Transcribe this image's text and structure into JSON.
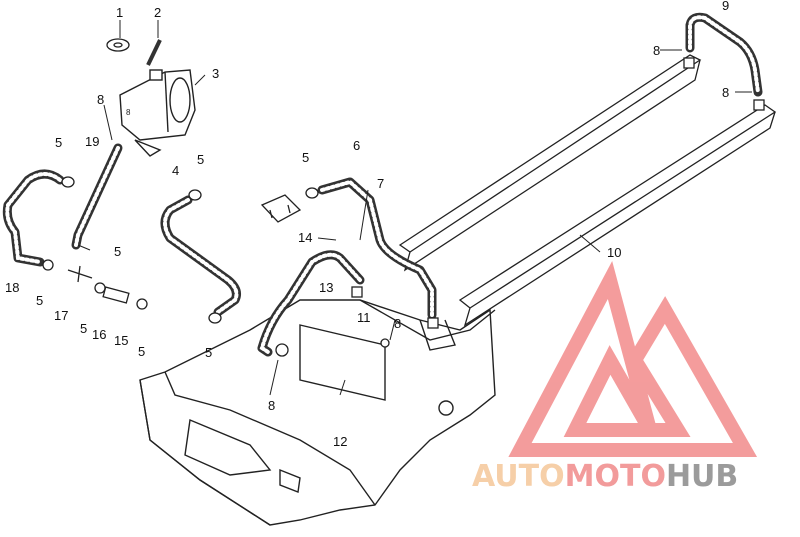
{
  "diagram": {
    "callouts": [
      {
        "id": "c1",
        "label": "1"
      },
      {
        "id": "c2",
        "label": "2"
      },
      {
        "id": "c3",
        "label": "3"
      },
      {
        "id": "c4",
        "label": "4"
      },
      {
        "id": "c5a",
        "label": "5"
      },
      {
        "id": "c5b",
        "label": "5"
      },
      {
        "id": "c5c",
        "label": "5"
      },
      {
        "id": "c5d",
        "label": "5"
      },
      {
        "id": "c5e",
        "label": "5"
      },
      {
        "id": "c5f",
        "label": "5"
      },
      {
        "id": "c5g",
        "label": "5"
      },
      {
        "id": "c5h",
        "label": "5"
      },
      {
        "id": "c6",
        "label": "6"
      },
      {
        "id": "c7",
        "label": "7"
      },
      {
        "id": "c8a",
        "label": "8"
      },
      {
        "id": "c8b",
        "label": "8"
      },
      {
        "id": "c8c",
        "label": "8"
      },
      {
        "id": "c8d",
        "label": "8"
      },
      {
        "id": "c8e",
        "label": "8"
      },
      {
        "id": "c9",
        "label": "9"
      },
      {
        "id": "c10",
        "label": "10"
      },
      {
        "id": "c11",
        "label": "11"
      },
      {
        "id": "c12",
        "label": "12"
      },
      {
        "id": "c13",
        "label": "13"
      },
      {
        "id": "c14",
        "label": "14"
      },
      {
        "id": "c15",
        "label": "15"
      },
      {
        "id": "c16",
        "label": "16"
      },
      {
        "id": "c17",
        "label": "17"
      },
      {
        "id": "c18",
        "label": "18"
      },
      {
        "id": "c19",
        "label": "19"
      }
    ]
  },
  "watermark": {
    "part1": "AUTO",
    "part2": "MOTO",
    "part3": "HUB",
    "colors": {
      "auto": "#f5c79a",
      "moto": "#f08a8a",
      "hub": "#8a8a8a",
      "triangle": "#f28b8b"
    }
  }
}
